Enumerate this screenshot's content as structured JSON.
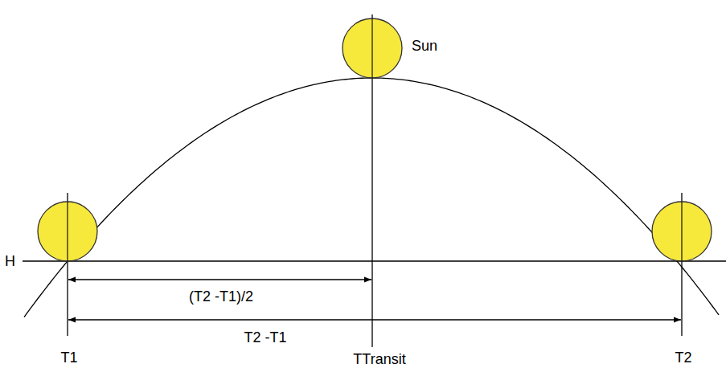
{
  "diagram": {
    "labels": [
      "Sun",
      "H",
      "(T2 -T1)/2",
      "T2 -T1",
      "T1",
      "TTransit",
      "T2"
    ]
  }
}
